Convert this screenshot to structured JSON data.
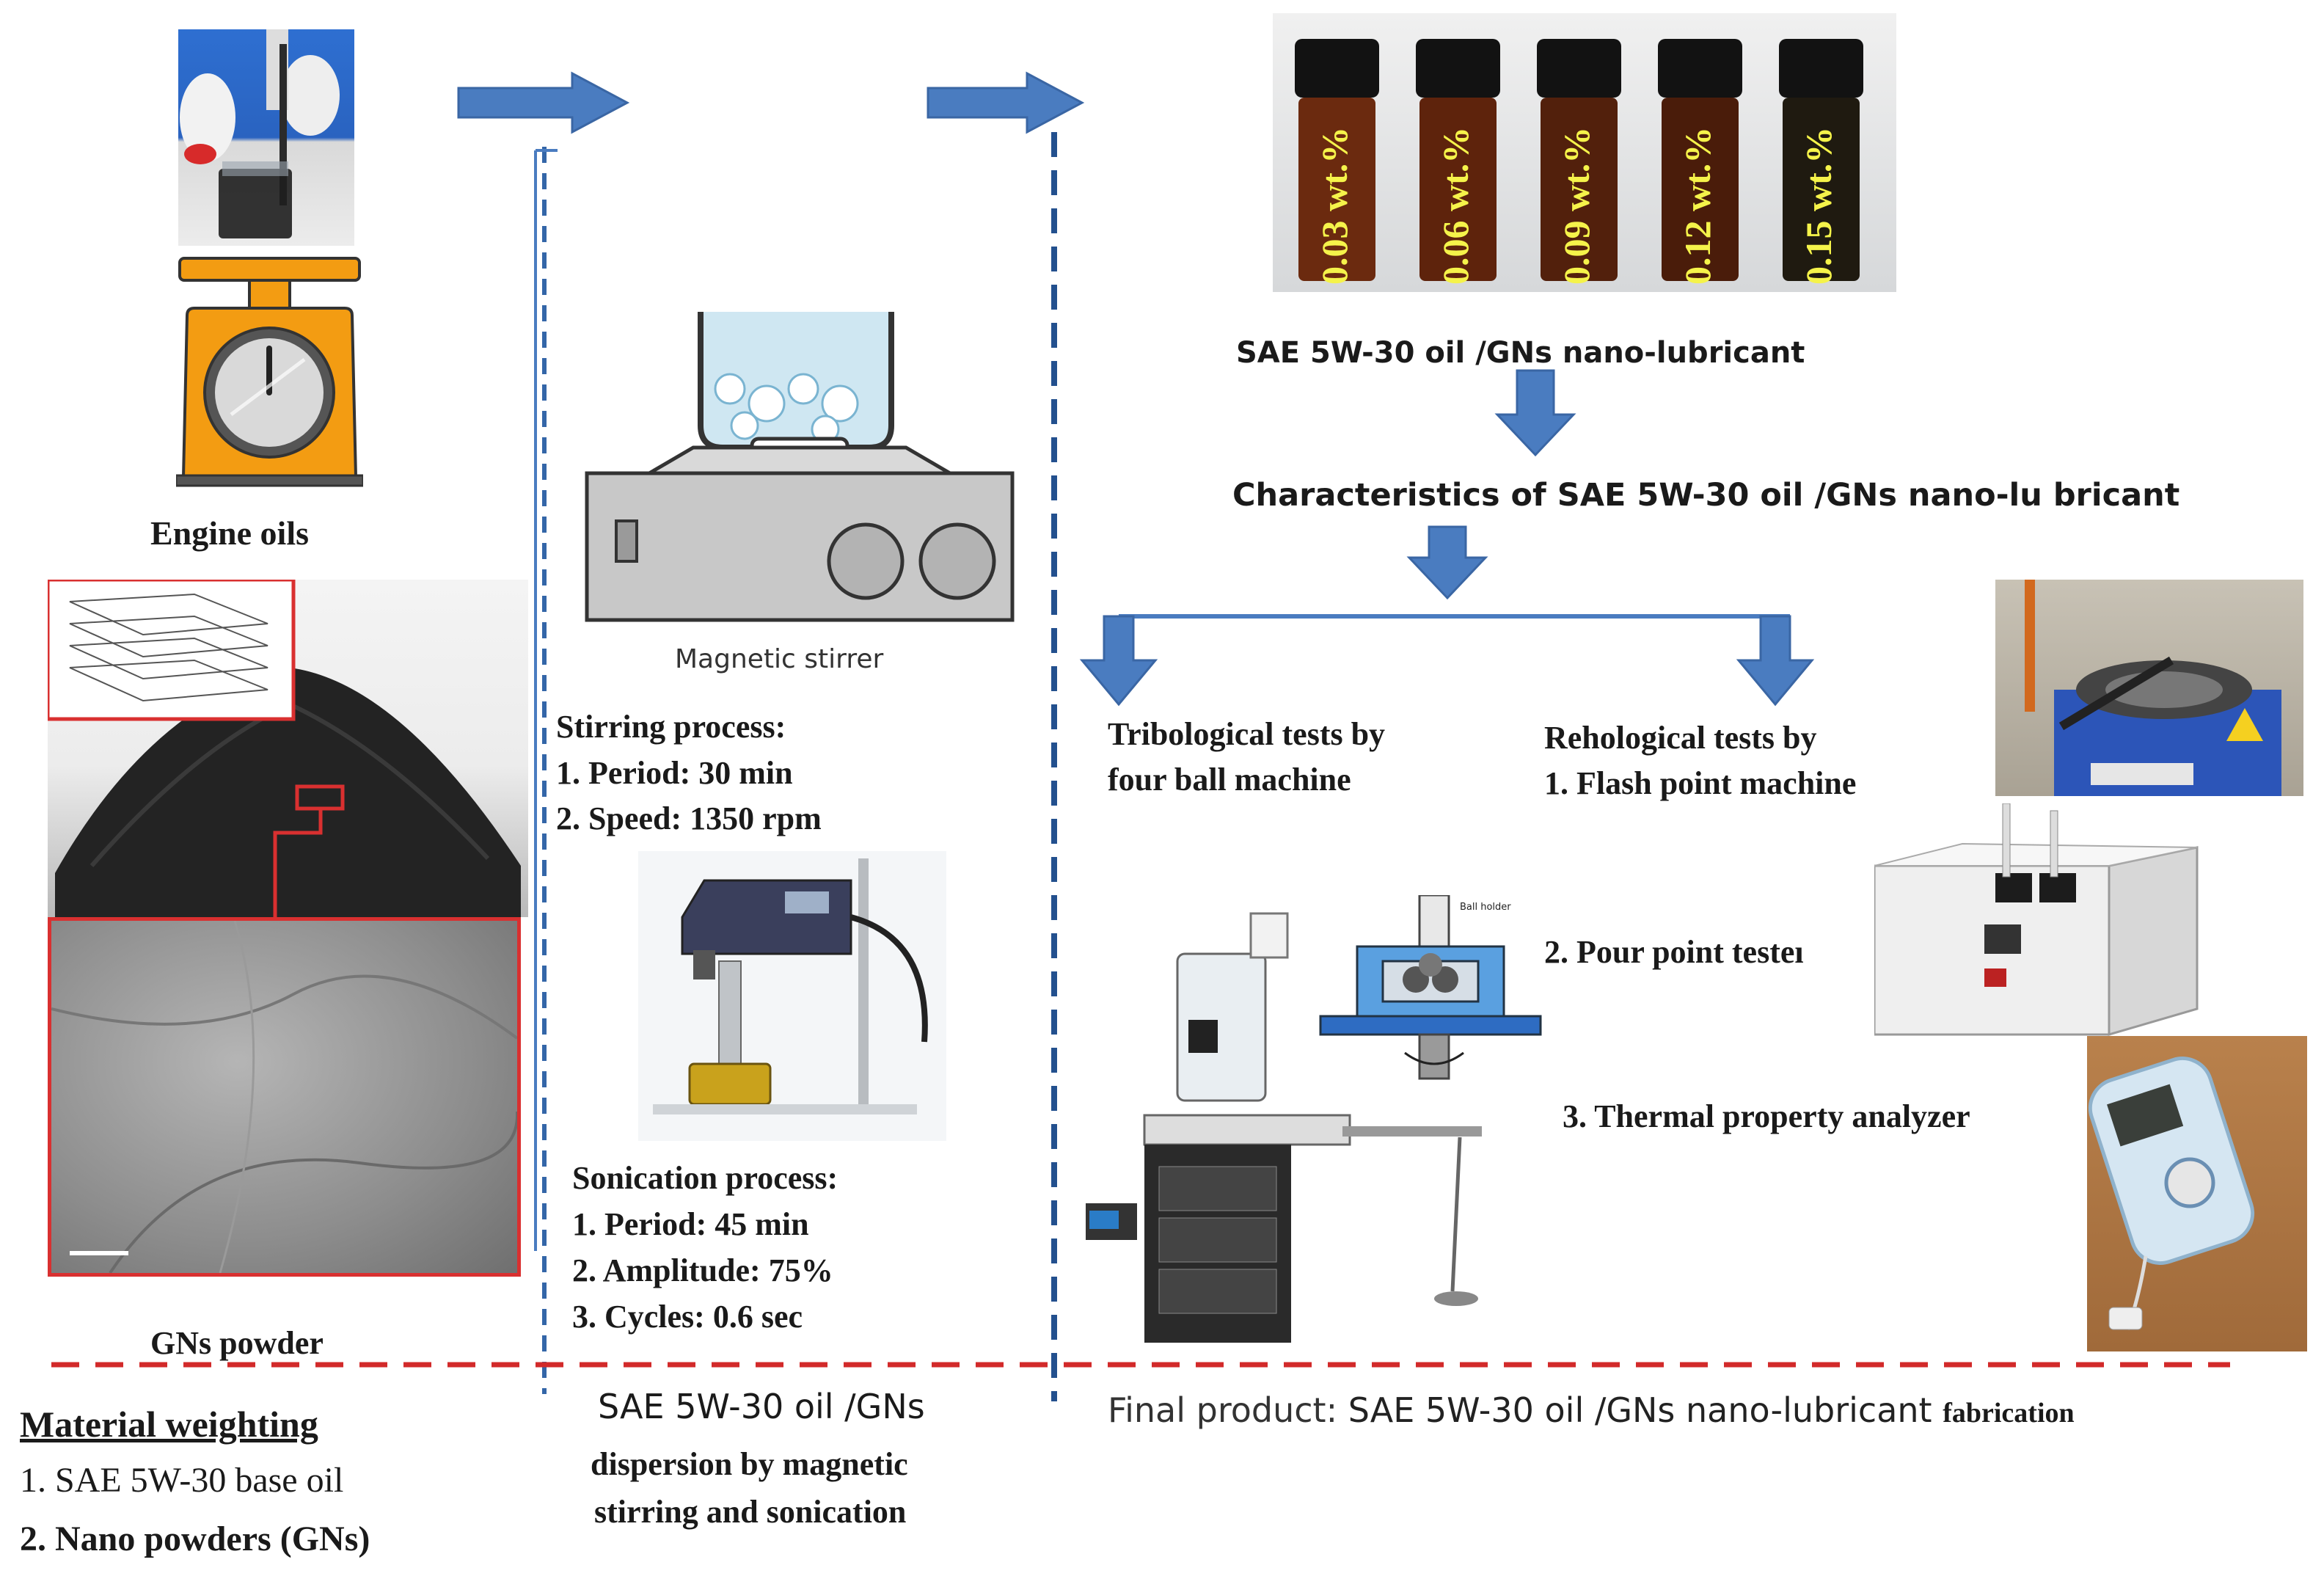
{
  "step1": {
    "engine_oils_label": "Engine oils",
    "gns_powder_label": "GNs powder",
    "heading": "Material weighting",
    "items": [
      "1. SAE 5W-30 base oil",
      "2. Nano powders  (GNs)"
    ]
  },
  "step2": {
    "magnetic_stirrer_label": "Magnetic stirrer",
    "stirring_title": "Stirring process:",
    "stirring_items": [
      "1. Period: 30 min",
      "2. Speed: 1350 rpm"
    ],
    "sonication_title": "Sonication process:",
    "sonication_items": [
      "1. Period: 45 min",
      "2. Amplitude: 75%",
      "3. Cycles: 0.6 sec"
    ],
    "footer_line1": "SAE 5W-30 oil /GNs",
    "footer_line2": "dispersion by magnetic",
    "footer_line3": "stirring and sonication"
  },
  "step3": {
    "vials": [
      "0.03 wt.%",
      "0.06 wt.%",
      "0.09 wt.%",
      "0.12 wt.%",
      "0.15 wt.%"
    ],
    "nanolubricant_label": "SAE 5W-30 oil /GNs nano-lubricant",
    "characteristics_label": "Characteristics of SAE 5W-30 oil /GNs nano-lu bricant",
    "tribological_line1": "Tribological tests by",
    "tribological_line2": "four ball machine",
    "rheological_line1": "Rehological tests by",
    "rheological_item1": "1. Flash point machine",
    "rheological_item2": "2. Pour point testeı",
    "rheological_item3": "3. Thermal property analyzer",
    "ball_holder_label": "Ball holder",
    "footer_a": "Final product: ",
    "footer_b": "SAE 5W-30 oil /GNs nano-lubricant ",
    "footer_c": "fabrication"
  },
  "colors": {
    "arrow": "#4a7cc0",
    "dashed_blue": "#3466a8",
    "dashed_red": "#d22a2a",
    "frame_red": "#d93030"
  }
}
